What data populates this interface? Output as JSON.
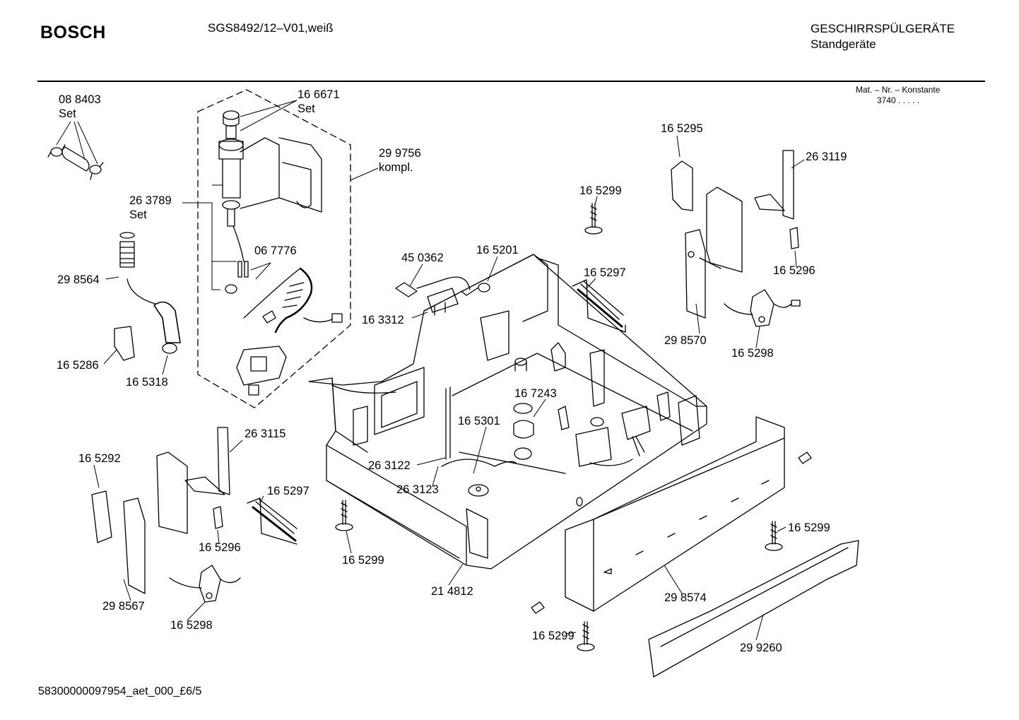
{
  "header": {
    "brand": "BOSCH",
    "model": "SGS8492/12–V01,weiß",
    "category_line1": "GESCHIRRSPÜLGERÄTE",
    "category_line2": "Standgeräte",
    "konstante_label": "Mat. – Nr. – Konstante",
    "konstante_value": "3740  .  .  .  .  ."
  },
  "footer": {
    "doc_id": "58300000097954_aet_000_£6/5"
  },
  "parts": [
    {
      "id": "p_088403",
      "text": "08 8403\nSet"
    },
    {
      "id": "p_166671",
      "text": "16 6671\nSet"
    },
    {
      "id": "p_299756",
      "text": "29 9756\nkompl."
    },
    {
      "id": "p_263789",
      "text": "26 3789\nSet"
    },
    {
      "id": "p_067776",
      "text": "06 7776"
    },
    {
      "id": "p_298564",
      "text": "29 8564"
    },
    {
      "id": "p_165286",
      "text": "16 5286"
    },
    {
      "id": "p_165318",
      "text": "16 5318"
    },
    {
      "id": "p_450362",
      "text": "45 0362"
    },
    {
      "id": "p_165201",
      "text": "16 5201"
    },
    {
      "id": "p_163312",
      "text": "16 3312"
    },
    {
      "id": "p_165299a",
      "text": "16 5299"
    },
    {
      "id": "p_165297a",
      "text": "16 5297"
    },
    {
      "id": "p_165295",
      "text": "16 5295"
    },
    {
      "id": "p_263119",
      "text": "26 3119"
    },
    {
      "id": "p_165296a",
      "text": "16 5296"
    },
    {
      "id": "p_298570",
      "text": "29 8570"
    },
    {
      "id": "p_165298a",
      "text": "16 5298"
    },
    {
      "id": "p_167243",
      "text": "16 7243"
    },
    {
      "id": "p_165301",
      "text": "16 5301"
    },
    {
      "id": "p_263122",
      "text": "26 3122"
    },
    {
      "id": "p_263123",
      "text": "26 3123"
    },
    {
      "id": "p_263115",
      "text": "26 3115"
    },
    {
      "id": "p_165292",
      "text": "16 5292"
    },
    {
      "id": "p_165297b",
      "text": "16 5297"
    },
    {
      "id": "p_165296b",
      "text": "16 5296"
    },
    {
      "id": "p_165299b",
      "text": "16 5299"
    },
    {
      "id": "p_298567",
      "text": "29 8567"
    },
    {
      "id": "p_165298b",
      "text": "16 5298"
    },
    {
      "id": "p_214812",
      "text": "21 4812"
    },
    {
      "id": "p_165299c",
      "text": "16 5299"
    },
    {
      "id": "p_298574",
      "text": "29 8574"
    },
    {
      "id": "p_165299d",
      "text": "16 5299"
    },
    {
      "id": "p_299260",
      "text": "29 9260"
    }
  ]
}
